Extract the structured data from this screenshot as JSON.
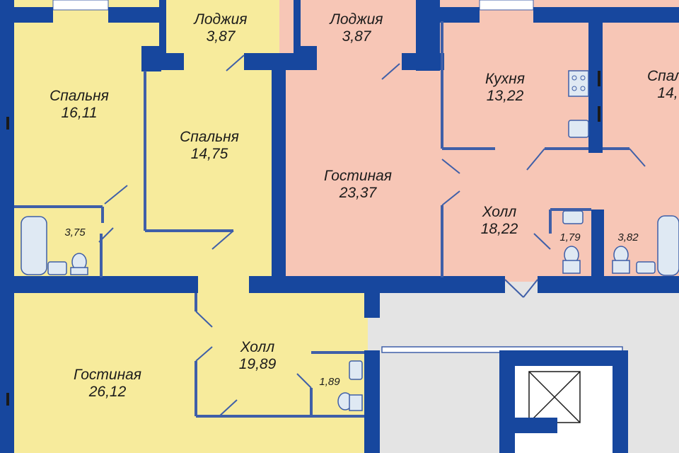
{
  "colors": {
    "apartment_yellow": "#f7eb9c",
    "apartment_pink": "#f7c6b6",
    "common_area": "#e4e4e4",
    "wall": "#17479e",
    "inner_wall": "#3f5fa8",
    "window": "#ffffff",
    "fixture": "#dfe9f3"
  },
  "rooms": {
    "loggia_a": {
      "name": "Лоджия",
      "area": "3,87"
    },
    "loggia_b": {
      "name": "Лоджия",
      "area": "3,87"
    },
    "bedroom_a": {
      "name": "Спальня",
      "area": "16,11"
    },
    "bedroom_b": {
      "name": "Спальня",
      "area": "14,75"
    },
    "bedroom_c": {
      "name": "Спал",
      "area": "14,"
    },
    "bath_a": {
      "area": "3,75"
    },
    "living_a": {
      "name": "Гостиная",
      "area": "26,12"
    },
    "hall_a": {
      "name": "Холл",
      "area": "19,89"
    },
    "wc_a": {
      "area": "1,89"
    },
    "living_b": {
      "name": "Гостиная",
      "area": "23,37"
    },
    "kitchen_b": {
      "name": "Кухня",
      "area": "13,22"
    },
    "hall_b": {
      "name": "Холл",
      "area": "18,22"
    },
    "wc_b": {
      "area": "1,79"
    },
    "bath_b": {
      "area": "3,82"
    }
  },
  "icons": [
    "bathtub-icon",
    "toilet-icon",
    "sink-icon",
    "stove-icon",
    "elevator-shaft-icon",
    "window-icon",
    "door-swing-icon"
  ]
}
